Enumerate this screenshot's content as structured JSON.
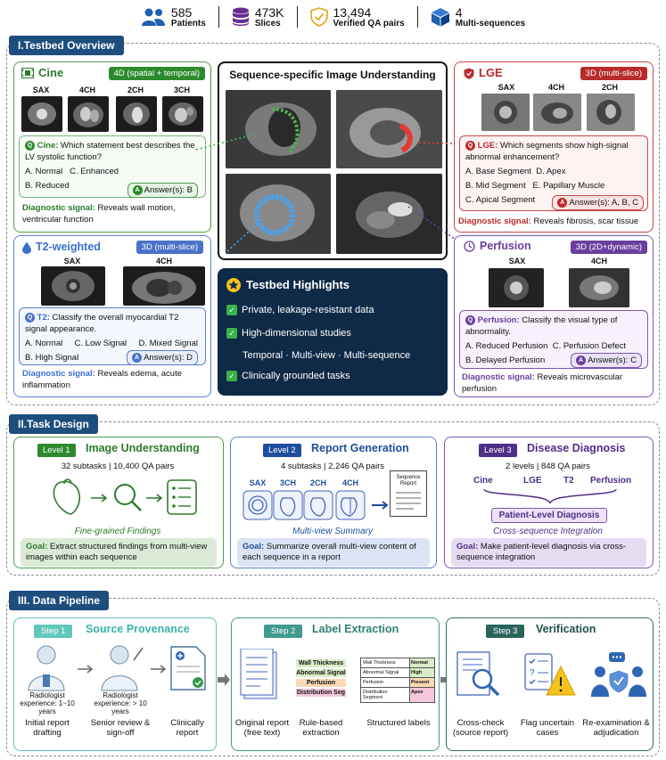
{
  "stats": [
    {
      "num": "585",
      "label": "Patients",
      "icon": "users-icon"
    },
    {
      "num": "473K",
      "label": "Slices",
      "icon": "database-icon"
    },
    {
      "num": "13,494",
      "label": "Verified QA pairs",
      "icon": "shield-check-icon"
    },
    {
      "num": "4",
      "label": "Multi-sequences",
      "icon": "cube-icon"
    }
  ],
  "colors": {
    "navy": "#1d4e7e",
    "cine": "#3a8a3a",
    "t2": "#4466bb",
    "lge": "#b92b2b",
    "perf": "#6a3fa0",
    "teal": "#3bb3a8"
  },
  "overview": {
    "title": "I.Testbed Overview",
    "cine": {
      "name": "Cine",
      "tag": "4D (spatial + temporal)",
      "views": [
        "SAX",
        "4CH",
        "2CH",
        "3CH"
      ],
      "question_label": "Cine:",
      "question": "Which statement best describes the LV systolic function?",
      "options": [
        "A. Normal",
        "C. Enhanced",
        "B. Reduced"
      ],
      "answer": "Answer(s): B",
      "diag_label": "Diagnostic signal:",
      "diag": "Reveals wall motion, ventricular function"
    },
    "t2": {
      "name": "T2-weighted",
      "tag": "3D (multi-slice)",
      "views": [
        "SAX",
        "4CH"
      ],
      "question_label": "T2:",
      "question": "Classify the overall myocardial T2 signal appearance.",
      "options": [
        "A. Normal",
        "C. Low Signal",
        "D. Mixed Signal",
        "B. High Signal"
      ],
      "answer": "Answer(s): D",
      "diag_label": "Diagnostic signal:",
      "diag": "Reveals edema, acute inflammation"
    },
    "lge": {
      "name": "LGE",
      "tag": "3D (multi-slice)",
      "views": [
        "SAX",
        "4CH",
        "2CH"
      ],
      "question_label": "LGE:",
      "question": "Which segments show high-signal abnormal enhancement?",
      "options": [
        "A. Base Segment",
        "D. Apex",
        "B. Mid Segment",
        "E. Papillary Muscle",
        "C. Apical Segment"
      ],
      "answer": "Answer(s): A, B, C",
      "diag_label": "Diagnostic signal:",
      "diag": "Reveals fibrosis, scar tissue"
    },
    "perf": {
      "name": "Perfusion",
      "tag": "3D (2D+dynamic)",
      "views": [
        "SAX",
        "4CH"
      ],
      "question_label": "Perfusion:",
      "question": "Classify the visual type of abnormality.",
      "options": [
        "A. Reduced Perfusion",
        "C. Perfusion Defect",
        "B. Delayed Perfusion"
      ],
      "answer": "Answer(s): C",
      "diag_label": "Diagnostic signal:",
      "diag": "Reveals microvascular perfusion"
    },
    "center_title": "Sequence-specific Image Understanding",
    "highlights": {
      "title": "Testbed Highlights",
      "items": [
        "Private, leakage-resistant data",
        "High-dimensional studies",
        "Temporal · Multi-view · Multi-sequence",
        "Clinically grounded tasks"
      ]
    }
  },
  "task": {
    "title": "II.Task Design",
    "l1": {
      "badge": "Level 1",
      "title": "Image Understanding",
      "sub": "32 subtasks | 10,400 QA pairs",
      "caption": "Fine-grained Findings",
      "goal_label": "Goal:",
      "goal": "Extract structured findings from multi-view images within each sequence"
    },
    "l2": {
      "badge": "Level 2",
      "title": "Report Generation",
      "sub": "4 subtasks | 2,246 QA pairs",
      "views": [
        "SAX",
        "3CH",
        "2CH",
        "4CH"
      ],
      "report": "Sequence Report",
      "caption": "Multi-view Summary",
      "goal_label": "Goal:",
      "goal": "Summarize overall multi-view content of each sequence in a report"
    },
    "l3": {
      "badge": "Level 3",
      "title": "Disease Diagnosis",
      "sub": "2 levels | 848 QA pairs",
      "seqs": [
        "Cine",
        "LGE",
        "T2",
        "Perfusion"
      ],
      "diag_box": "Patient-Level Diagnosis",
      "caption": "Cross-sequence Integration",
      "goal_label": "Goal:",
      "goal": "Make patient-level diagnosis via cross-sequence integration"
    }
  },
  "pipeline": {
    "title": "III. Data Pipeline",
    "s1": {
      "badge": "Step 1",
      "title": "Source Provenance",
      "r1": "Radiologist experience: 1~10 years",
      "r1_cap": "Initial report drafting",
      "r2": "Radiologist experience: > 10 years",
      "r2_cap": "Senior review & sign-off",
      "r3_cap": "Clinically report"
    },
    "s2": {
      "badge": "Step 2",
      "title": "Label Extraction",
      "cap1": "Original report (free text)",
      "labels": [
        "Wall Thickness",
        "Abnormal Signal",
        "Perfusion",
        "Distribution Seg"
      ],
      "cap2": "Rule-based extraction",
      "table": [
        [
          "Wall Thickness",
          "Normal"
        ],
        [
          "Abnormal Signal",
          "High"
        ],
        [
          "Perfusion",
          "Present"
        ],
        [
          "Distribution Segment",
          "Apex"
        ]
      ],
      "cap3": "Structured labels"
    },
    "s3": {
      "badge": "Step 3",
      "title": "Verification",
      "cap1": "Cross-check (source report)",
      "cap2": "Flag uncertain cases",
      "cap3": "Re-examination & adjudication"
    }
  }
}
